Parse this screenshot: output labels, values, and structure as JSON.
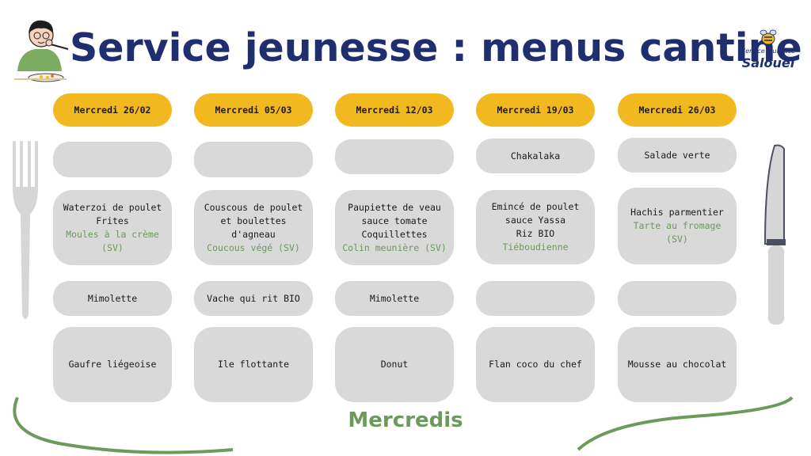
{
  "header": {
    "title": "Service jeunesse : menus cantine"
  },
  "logo": {
    "line1": "Service Jeunesse",
    "line2": "Salouël"
  },
  "footer": {
    "label": "Mercredis"
  },
  "icons": {
    "child": "child-eating-icon",
    "fork": "fork-icon",
    "knife": "knife-icon",
    "bee": "bee-icon"
  },
  "colors": {
    "title": "#1f2e6e",
    "date_pill": "#f2b81f",
    "card": "#d9d9d9",
    "veg": "#6c9a5b"
  },
  "menus": [
    {
      "date": "Mercredi 26/02",
      "starter": "",
      "main": [
        "Waterzoi de poulet",
        "Frites"
      ],
      "main_veg": "Moules à la crème (SV)",
      "cheese": "Mimolette",
      "dessert": "Gaufre liégeoise"
    },
    {
      "date": "Mercredi 05/03",
      "starter": "",
      "main": [
        "Couscous de poulet et boulettes d'agneau"
      ],
      "main_veg": "Coucous végé (SV)",
      "cheese": "Vache qui rit BIO",
      "dessert": "Ile flottante"
    },
    {
      "date": "Mercredi 12/03",
      "starter": "",
      "main": [
        "Paupiette de veau sauce tomate",
        "Coquillettes"
      ],
      "main_veg": "Colin meunière (SV)",
      "cheese": "Mimolette",
      "dessert": "Donut"
    },
    {
      "date": "Mercredi 19/03",
      "starter": "Chakalaka",
      "main": [
        "Emincé de poulet sauce Yassa",
        "Riz BIO"
      ],
      "main_veg": "Tiéboudienne",
      "cheese": "",
      "dessert": "Flan coco du chef"
    },
    {
      "date": "Mercredi 26/03",
      "starter": "Salade verte",
      "main": [
        "Hachis parmentier"
      ],
      "main_veg": "Tarte au fromage (SV)",
      "cheese": "",
      "dessert": "Mousse au chocolat"
    }
  ]
}
